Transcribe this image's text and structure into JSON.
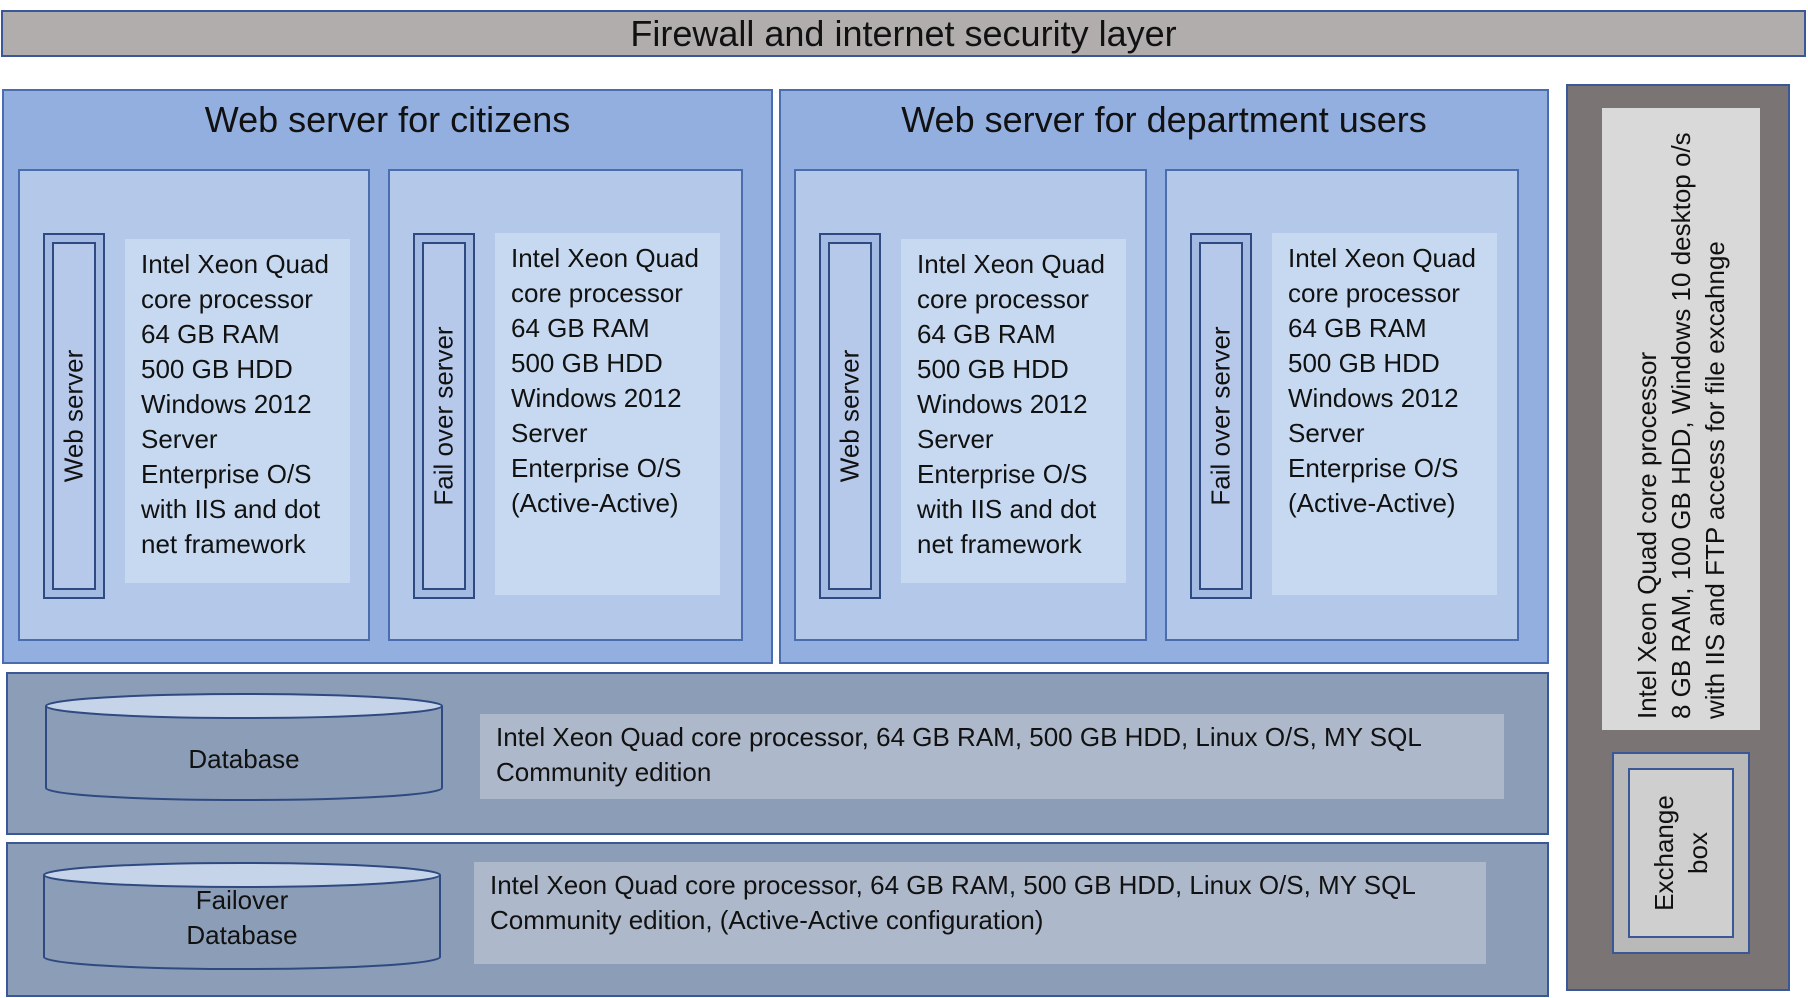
{
  "firewall": {
    "label": "Firewall and internet security layer"
  },
  "citizens": {
    "title": "Web server for citizens",
    "primary": {
      "bar_label": "Web server",
      "specs": "Intel Xeon Quad\ncore processor\n64 GB RAM\n500 GB HDD\nWindows 2012\nServer\nEnterprise O/S\nwith IIS and dot\nnet framework"
    },
    "failover": {
      "bar_label": "Fail over server",
      "specs": "Intel Xeon Quad\ncore processor\n64 GB RAM\n500 GB HDD\nWindows 2012\nServer\nEnterprise O/S\n(Active-Active)"
    }
  },
  "department": {
    "title": "Web server for department users",
    "primary": {
      "bar_label": "Web server",
      "specs": "Intel Xeon Quad\ncore processor\n64 GB RAM\n500 GB HDD\nWindows 2012\nServer\nEnterprise O/S\nwith IIS and dot\nnet framework"
    },
    "failover": {
      "bar_label": "Fail over server",
      "specs": "Intel Xeon Quad\ncore processor\n64 GB RAM\n500 GB HDD\nWindows 2012\nServer\nEnterprise O/S\n(Active-Active)"
    }
  },
  "database": {
    "label": "Database",
    "specs": "Intel Xeon Quad core processor, 64 GB RAM, 500 GB HDD, Linux O/S, MY SQL Community edition"
  },
  "failover_database": {
    "label_line1": "Failover",
    "label_line2": "Database",
    "specs": "Intel Xeon Quad core processor, 64 GB RAM, 500 GB HDD, Linux O/S, MY SQL Community edition, (Active-Active configuration)"
  },
  "exchange": {
    "specs": "Intel Xeon Quad core processor\n8 GB RAM, 100 GB HDD,  Windows 10 desktop o/s\nwith IIS and FTP access for file excahnge",
    "box_label": "Exchange\nbox"
  },
  "colors": {
    "firewall_fill": "#b1adad",
    "web_section_fill": "#93afdf",
    "server_box_fill": "#b4c8ea",
    "spec_fill": "#c6d9f0",
    "db_section_fill": "#8c9eb7",
    "db_spec_fill": "#adb9ca",
    "exchange_section_fill": "#7a7474",
    "outline": "#3b5896"
  }
}
